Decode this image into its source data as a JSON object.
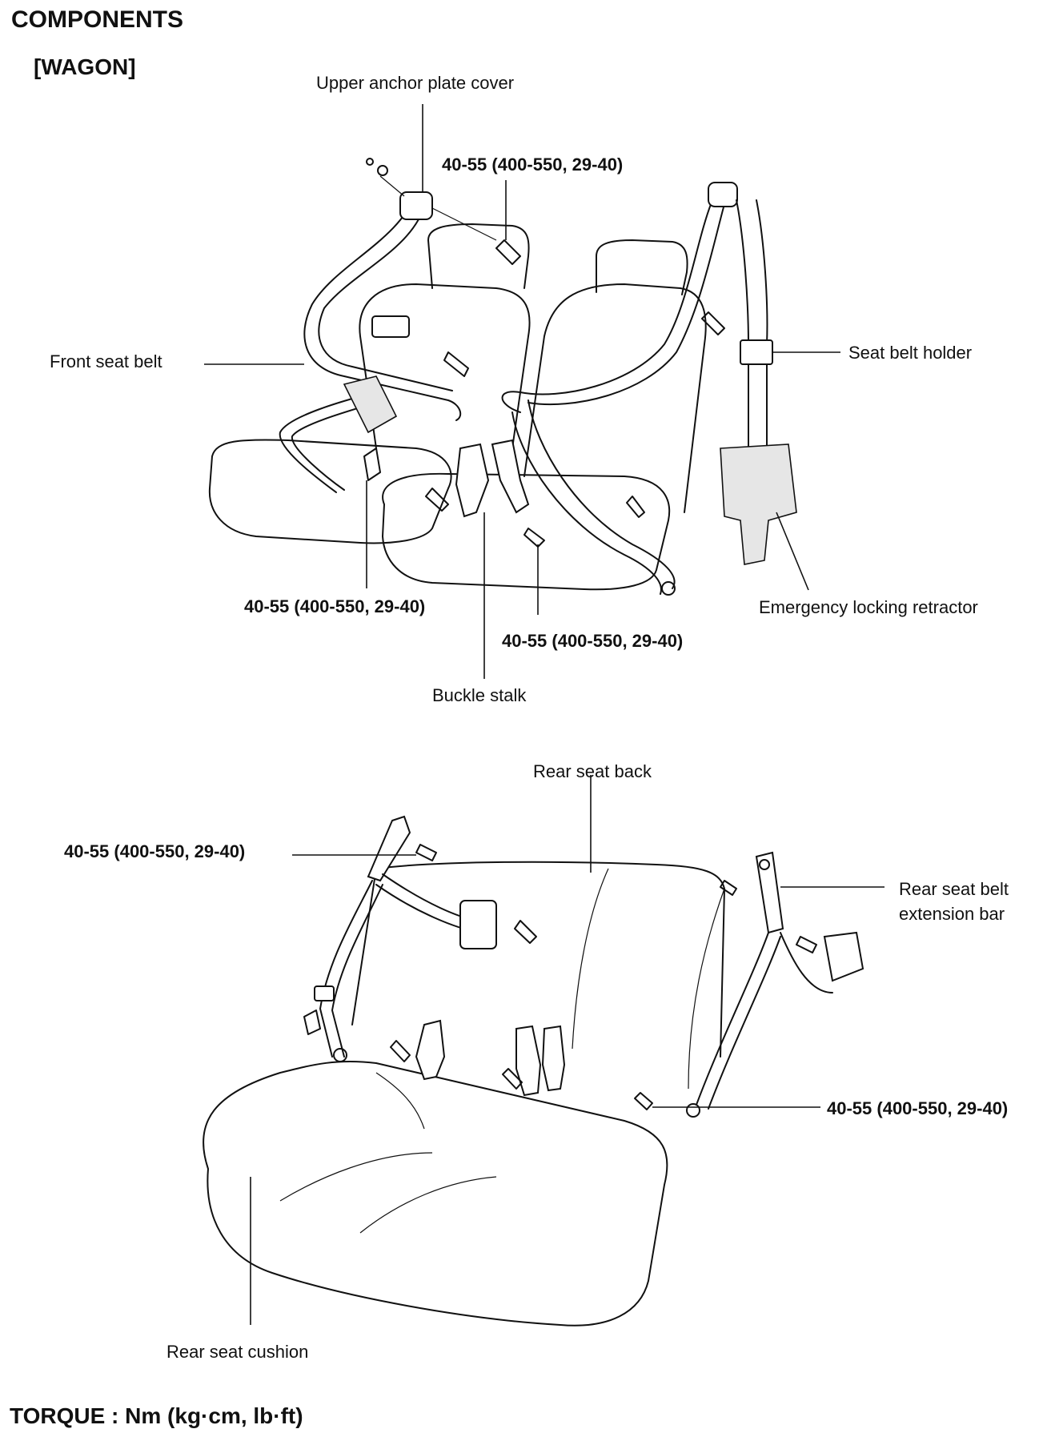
{
  "header": {
    "title": "COMPONENTS",
    "subtitle": "[WAGON]"
  },
  "front_diagram": {
    "labels": {
      "upper_anchor_plate_cover": "Upper anchor plate cover",
      "torque_upper_anchor": "40-55 (400-550, 29-40)",
      "front_seat_belt": "Front seat belt",
      "seat_belt_holder": "Seat belt holder",
      "emergency_locking_retractor": "Emergency locking retractor",
      "torque_lower_left": "40-55 (400-550, 29-40)",
      "torque_buckle": "40-55 (400-550, 29-40)",
      "buckle_stalk": "Buckle stalk"
    }
  },
  "rear_diagram": {
    "labels": {
      "rear_seat_back": "Rear seat back",
      "torque_upper_left": "40-55 (400-550, 29-40)",
      "extension_bar_line1": "Rear  seat  belt",
      "extension_bar_line2": "extension bar",
      "torque_lower_right": "40-55 (400-550, 29-40)",
      "rear_seat_cushion": "Rear seat cushion"
    }
  },
  "footer": {
    "torque_units": "TORQUE : Nm (kg·cm, lb·ft)"
  }
}
